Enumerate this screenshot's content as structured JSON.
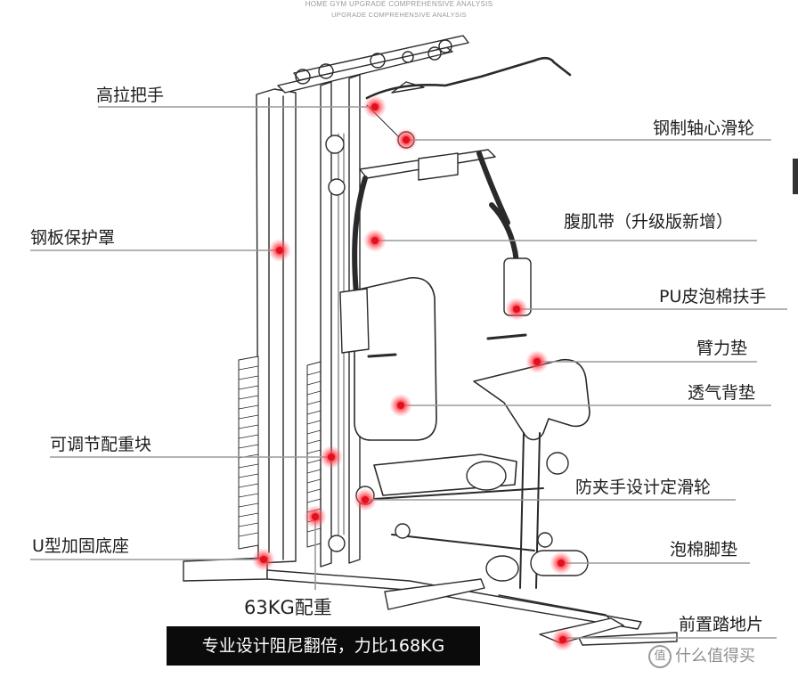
{
  "header": {
    "line1": "HOME GYM UPGRADE COMPREHENSIVE ANALYSIS",
    "line2": "UPGRADE COMPREHENSIVE ANALYSIS"
  },
  "labels": {
    "high_pull_handle": "高拉把手",
    "steel_axle_pulley": "钢制轴心滑轮",
    "steel_plate_cover": "钢板保护罩",
    "ab_strap": "腹肌带（升级版新增）",
    "pu_foam_handle": "PU皮泡棉扶手",
    "arm_pad": "臂力垫",
    "breathable_back_pad": "透气背垫",
    "adjustable_weight_stack": "可调节配重块",
    "anti_pinch_pulley": "防夹手设计定滑轮",
    "u_base": "U型加固底座",
    "foam_foot_pad": "泡棉脚垫",
    "front_footplate": "前置踏地片"
  },
  "weight_caption": "63KG配重",
  "banner": "专业设计阻尼翻倍，力比168KG",
  "watermark": {
    "icon_text": "值",
    "text": "什么值得买"
  },
  "colors": {
    "marker": "#e0101e",
    "leader": "#9a9a9a",
    "banner_bg": "#0b0b0b"
  }
}
